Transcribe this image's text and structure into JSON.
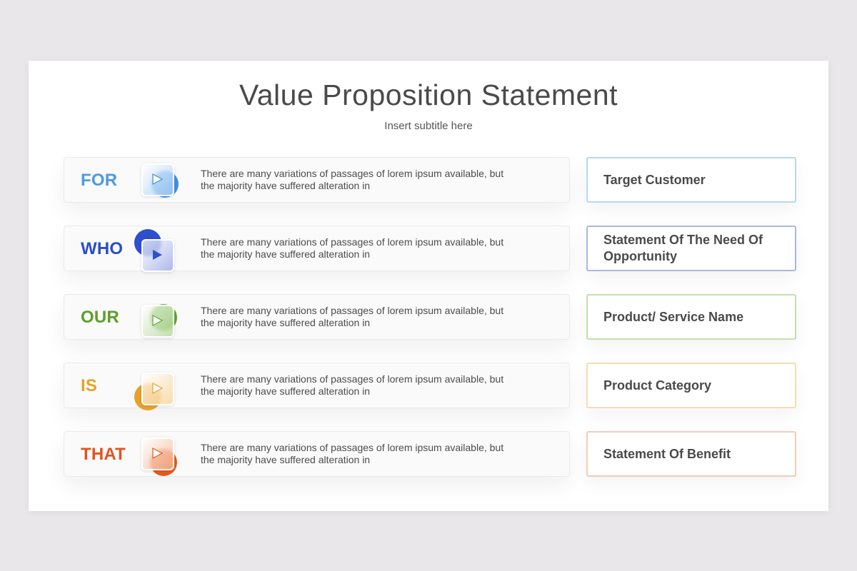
{
  "slide": {
    "title": "Value Proposition Statement",
    "subtitle": "Insert subtitle here"
  },
  "rows": [
    {
      "keyword": "FOR",
      "keyword_color": "#4a9be6",
      "icon": "play-icon",
      "icon_circle_color": "#3f8ee0",
      "icon_square_tint": "#a9cff7",
      "description_line1": "There are many variations of passages of lorem ipsum available, but",
      "description_line2": "the majority have suffered alteration in",
      "statement": "Target Customer",
      "statement_border_color": "#b9d6f2"
    },
    {
      "keyword": "WHO",
      "keyword_color": "#2b4ec7",
      "icon": "play-icon",
      "icon_circle_color": "#2d4fd0",
      "icon_square_tint": "#9aa7e6",
      "description_line1": "There are many variations of passages of lorem ipsum available, but",
      "description_line2": "the majority have suffered alteration in",
      "statement": "Statement Of The Need Of Opportunity",
      "statement_border_color": "#a9b7e4"
    },
    {
      "keyword": "OUR",
      "keyword_color": "#5e9e2a",
      "icon": "play-icon",
      "icon_circle_color": "#5ea72e",
      "icon_square_tint": "#b6d89c",
      "description_line1": "There are many variations of passages of lorem ipsum available, but",
      "description_line2": "the majority have suffered alteration in",
      "statement": "Product/ Service Name",
      "statement_border_color": "#c3e0ac"
    },
    {
      "keyword": "IS",
      "keyword_color": "#e5a323",
      "icon": "play-icon",
      "icon_circle_color": "#eaa12a",
      "icon_square_tint": "#f6d596",
      "description_line1": "There are many variations of passages of lorem ipsum available, but",
      "description_line2": "the majority have suffered alteration in",
      "statement": "Product Category",
      "statement_border_color": "#f6dcb0"
    },
    {
      "keyword": "THAT",
      "keyword_color": "#e2541d",
      "icon": "play-icon",
      "icon_circle_color": "#e55a1c",
      "icon_square_tint": "#f6b28f",
      "description_line1": "There are many variations of passages of lorem ipsum available, but",
      "description_line2": "the majority have suffered alteration in",
      "statement": "Statement Of Benefit",
      "statement_border_color": "#f1cdb6"
    }
  ]
}
